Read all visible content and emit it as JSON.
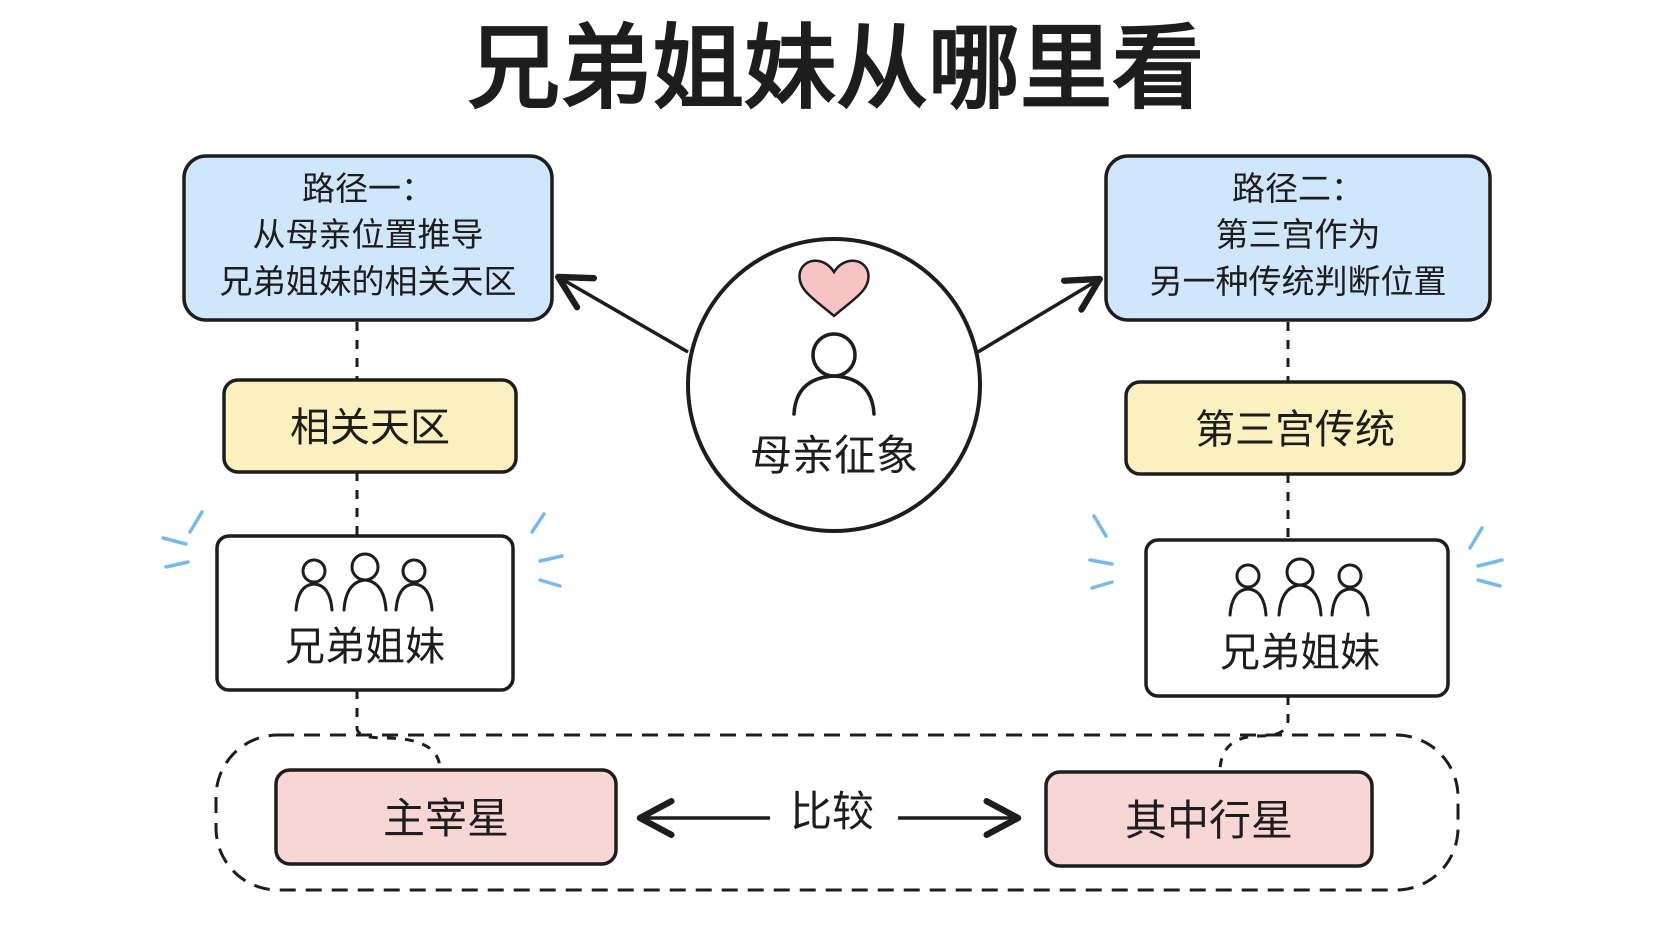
{
  "title": "兄弟姐妹从哪里看",
  "center": {
    "label": "母亲征象",
    "icon": "mother-heart-person-icon"
  },
  "left": {
    "path_box": [
      "路径一：",
      "从母亲位置推导",
      "兄弟姐妹的相关天区"
    ],
    "tag": "相关天区",
    "siblings": {
      "label": "兄弟姐妹",
      "icon": "siblings-group-icon"
    }
  },
  "right": {
    "path_box": [
      "路径二：",
      "第三宫作为",
      "另一种传统判断位置"
    ],
    "tag": "第三宫传统",
    "siblings": {
      "label": "兄弟姐妹",
      "icon": "siblings-group-icon"
    }
  },
  "compare": {
    "left_node": "主宰星",
    "middle": "比较",
    "right_node": "其中行星"
  },
  "colors": {
    "blue_box": "#cfe6fb",
    "yellow_box": "#fbf0bf",
    "pink_box": "#f9d6d6",
    "heart": "#f6c4c4",
    "sparkle": "#79b9ea",
    "outline": "#1d1d1d"
  }
}
